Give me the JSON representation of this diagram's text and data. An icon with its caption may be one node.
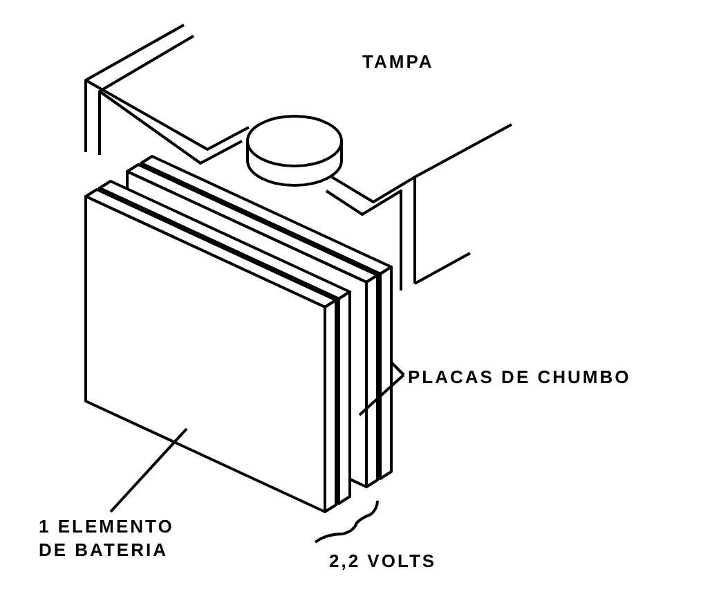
{
  "diagram": {
    "nodes": [
      {
        "text": [
          "PLACAS DE CHUMBO"
        ]
      },
      {
        "text": [],
        "shape": "box"
      },
      {
        "text": [],
        "shape": "box"
      },
      {
        "text": [
          "1 ELEMENTO DE BATERIA"
        ]
      },
      {
        "text": [],
        "shape": "box"
      }
    ],
    "edges": [
      {
        "from": 0,
        "to": 1,
        "arrow": "none"
      },
      {
        "from": 0,
        "to": 2,
        "arrow": "none"
      },
      {
        "from": 3,
        "to": 4,
        "arrow": "none"
      }
    ],
    "labels": [
      "TAMPA",
      "2,2 VOLTS"
    ]
  }
}
